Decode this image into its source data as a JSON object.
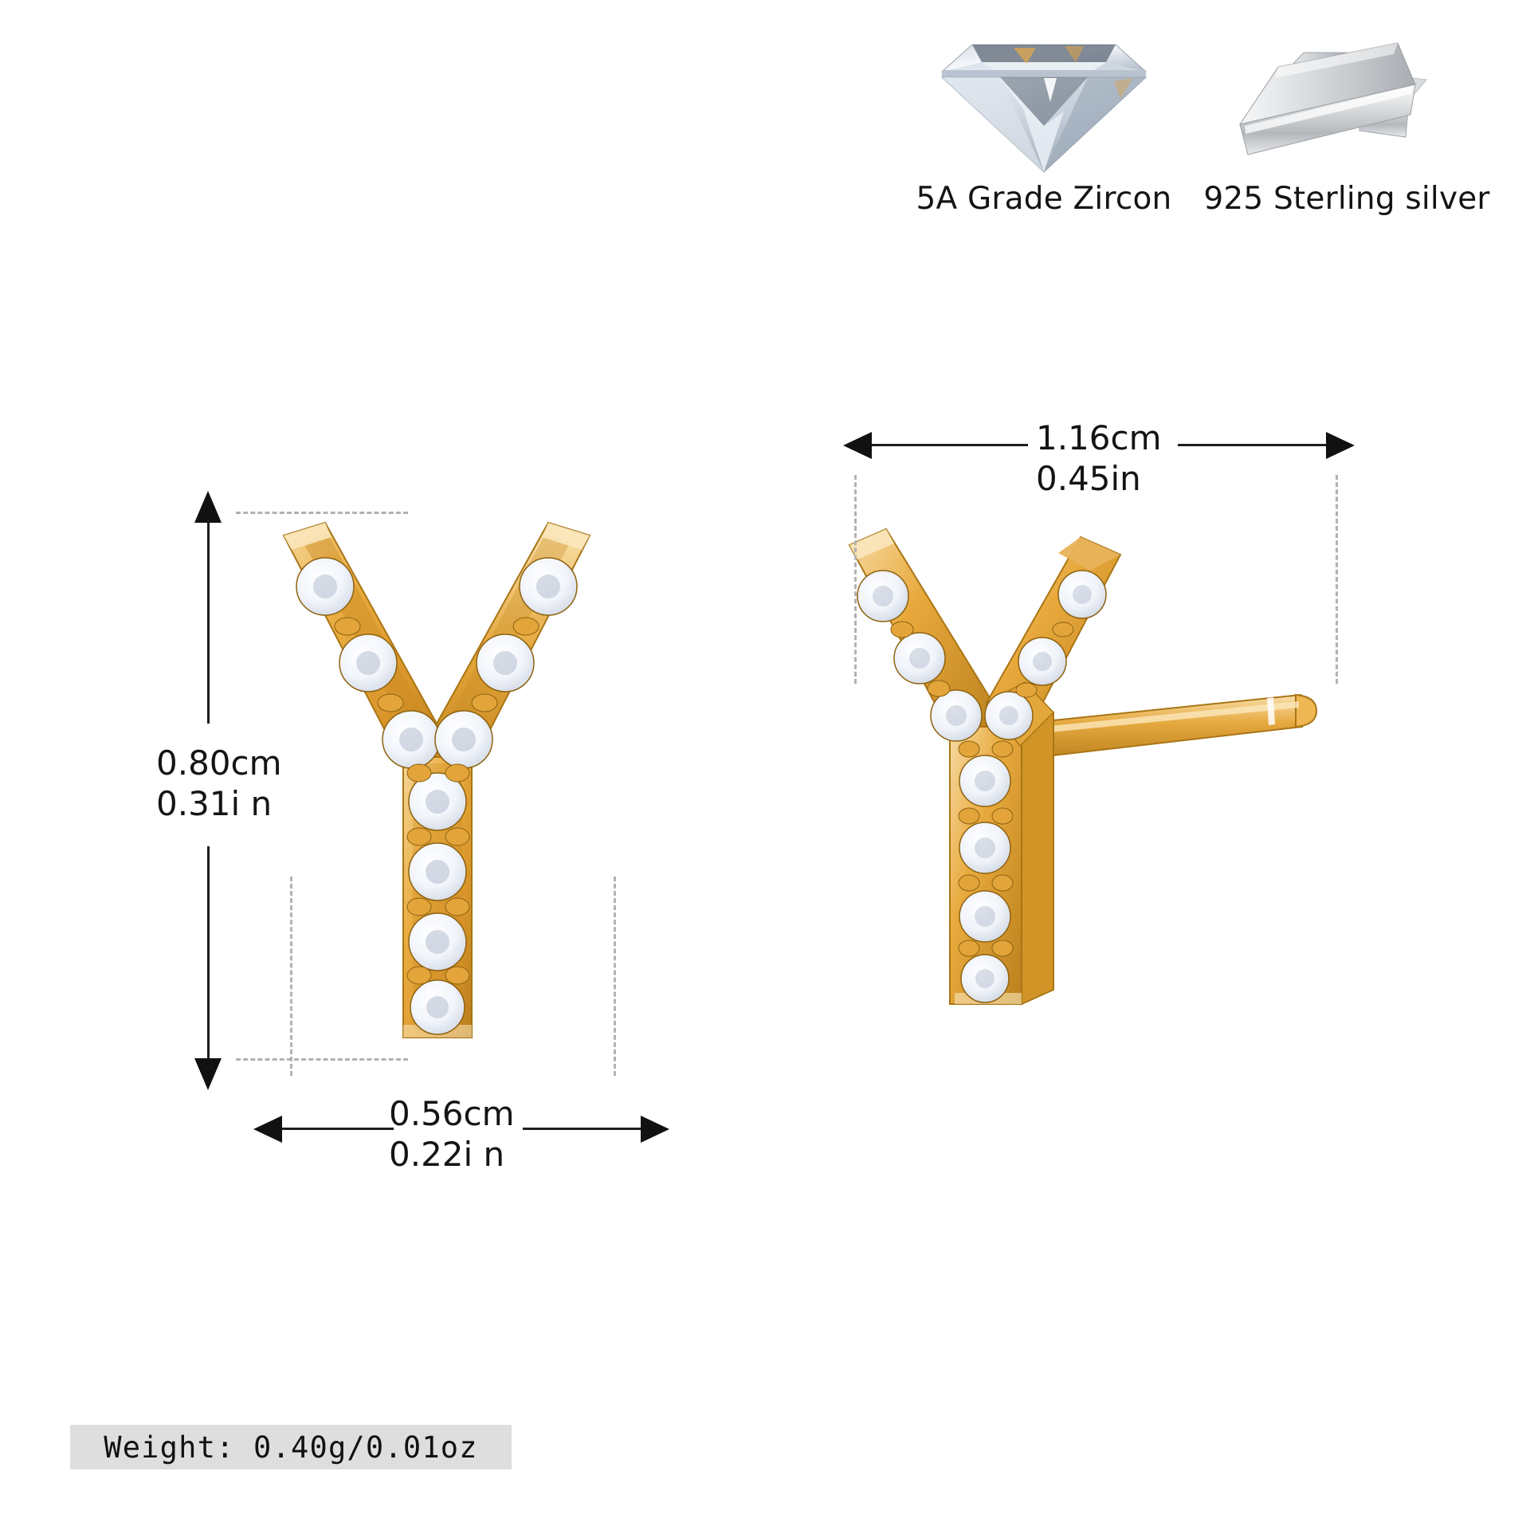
{
  "materials": [
    {
      "icon": "diamond-gem-icon",
      "label": "5A Grade Zircon"
    },
    {
      "icon": "silver-bars-icon",
      "label": "925 Sterling silver"
    }
  ],
  "dimensions": {
    "height": {
      "cm": "0.80cm",
      "in": "0.31i n"
    },
    "width": {
      "cm": "0.56cm",
      "in": "0.22i n"
    },
    "depth": {
      "cm": "1.16cm",
      "in": "0.45in"
    }
  },
  "weight": {
    "label": "Weight: 0.40g/0.01oz"
  },
  "product": {
    "letter": "Y",
    "metal_color": "#e8a93c",
    "metal_highlight": "#f8dda0",
    "metal_shadow": "#b97f1e",
    "stone_color": "#fbfcff"
  },
  "colors": {
    "background": "#ffffff",
    "text": "#141414",
    "rule": "#1d1d1d",
    "guide": "#b2b2b2",
    "weight_band": "#dedede"
  }
}
